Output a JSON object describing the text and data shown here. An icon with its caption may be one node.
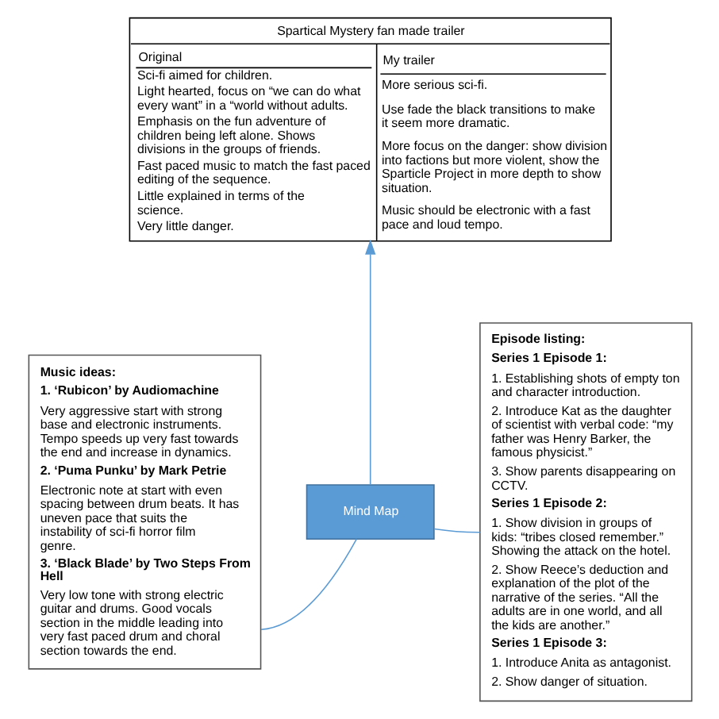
{
  "diagram": {
    "nodes": [
      {
        "text": [
          "Spartical Mystery fan made trailer",
          "Original",
          "Sci-fi aimed for children.",
          "Light hearted, focus on “we can do what every want” in a “world without adults.",
          "Emphasis on the fun adventure of children being left alone. Shows divisions in the groups of friends.",
          "Fast paced music to match the fast paced editing of the sequence.",
          "Little explained in terms of the science.",
          "Very little danger.",
          "My trailer",
          "More serious sci-fi.",
          "Use fade the black transitions to make it seem more dramatic.",
          "More focus on the danger: show division into factions but more violent, show the Sparticle Project in more depth to show situation.",
          "Music should be electronic with a fast pace and loud tempo."
        ]
      },
      {
        "text": [
          "Music ideas:",
          "1. ‘Rubicon’ by Audiomachine",
          "Very aggressive start with strong base and electronic instruments. Tempo speeds up very fast towards the end and increase in dynamics.",
          "2. ‘Puma Punku’ by Mark Petrie",
          "Electronic note at start with even spacing between drum beats. It has uneven pace that suits the instability of sci-fi horror film genre.",
          "3. ‘Black Blade’ by Two Steps From Hell",
          "Very low tone with strong electric guitar and drums. Good vocals section in the middle leading into very fast paced drum and choral section towards the end."
        ]
      },
      {
        "text": [
          "Mind Map"
        ]
      },
      {
        "text": [
          "Episode listing:",
          "Series 1 Episode 1:",
          "1. Establishing shots of empty ton and character introduction.",
          "2. Introduce Kat as the daughter of scientist with verbal code: “my father was Henry Barker, the famous physicist.”",
          "3. Show parents disappearing on CCTV.",
          "Series 1 Episode 2:",
          "1. Show division in groups of kids: “tribes closed remember.” Showing the attack on the hotel.",
          "2. Show Reece’s deduction and explanation of the plot of the narrative of the series. “All the adults are in one world, and all the kids are another.”",
          "Series 1 Episode 3:",
          "1. Introduce Anita as antagonist.",
          "2. Show danger of situation."
        ]
      }
    ],
    "edges": [
      {
        "from": 2,
        "to": 0,
        "arrow": "to"
      },
      {
        "from": 2,
        "to": 1,
        "arrow": "none"
      },
      {
        "from": 2,
        "to": 3,
        "arrow": "none"
      }
    ]
  }
}
